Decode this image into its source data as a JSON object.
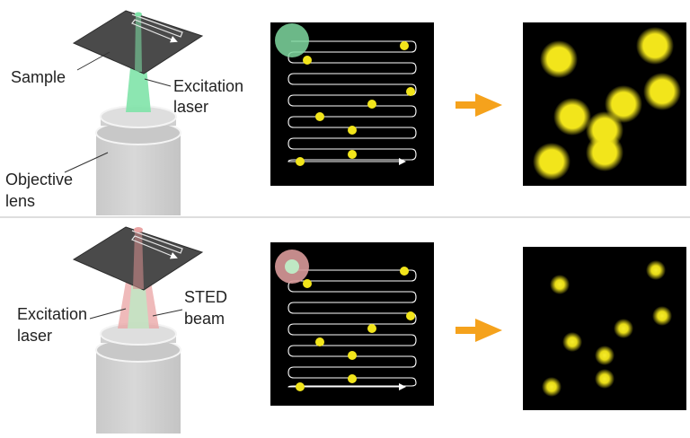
{
  "labels": {
    "sample": "Sample",
    "excitation_laser_top_1": "Excitation",
    "excitation_laser_top_2": "laser",
    "objective_lens_1": "Objective",
    "objective_lens_2": "lens",
    "excitation_laser_bottom_1": "Excitation",
    "excitation_laser_bottom_2": "laser",
    "sted_beam_1": "STED",
    "sted_beam_2": "beam"
  },
  "colors": {
    "fluorophore": "#f2e51b",
    "excitation_green": "#7fe3a8",
    "sted_red": "#e9a3a3",
    "arrow_orange": "#f5a21c",
    "panel_black": "#000000",
    "divider": "#bdbdbd"
  },
  "icons": [
    "microscope-objective-icon",
    "scan-path-icon",
    "right-arrow-icon"
  ]
}
